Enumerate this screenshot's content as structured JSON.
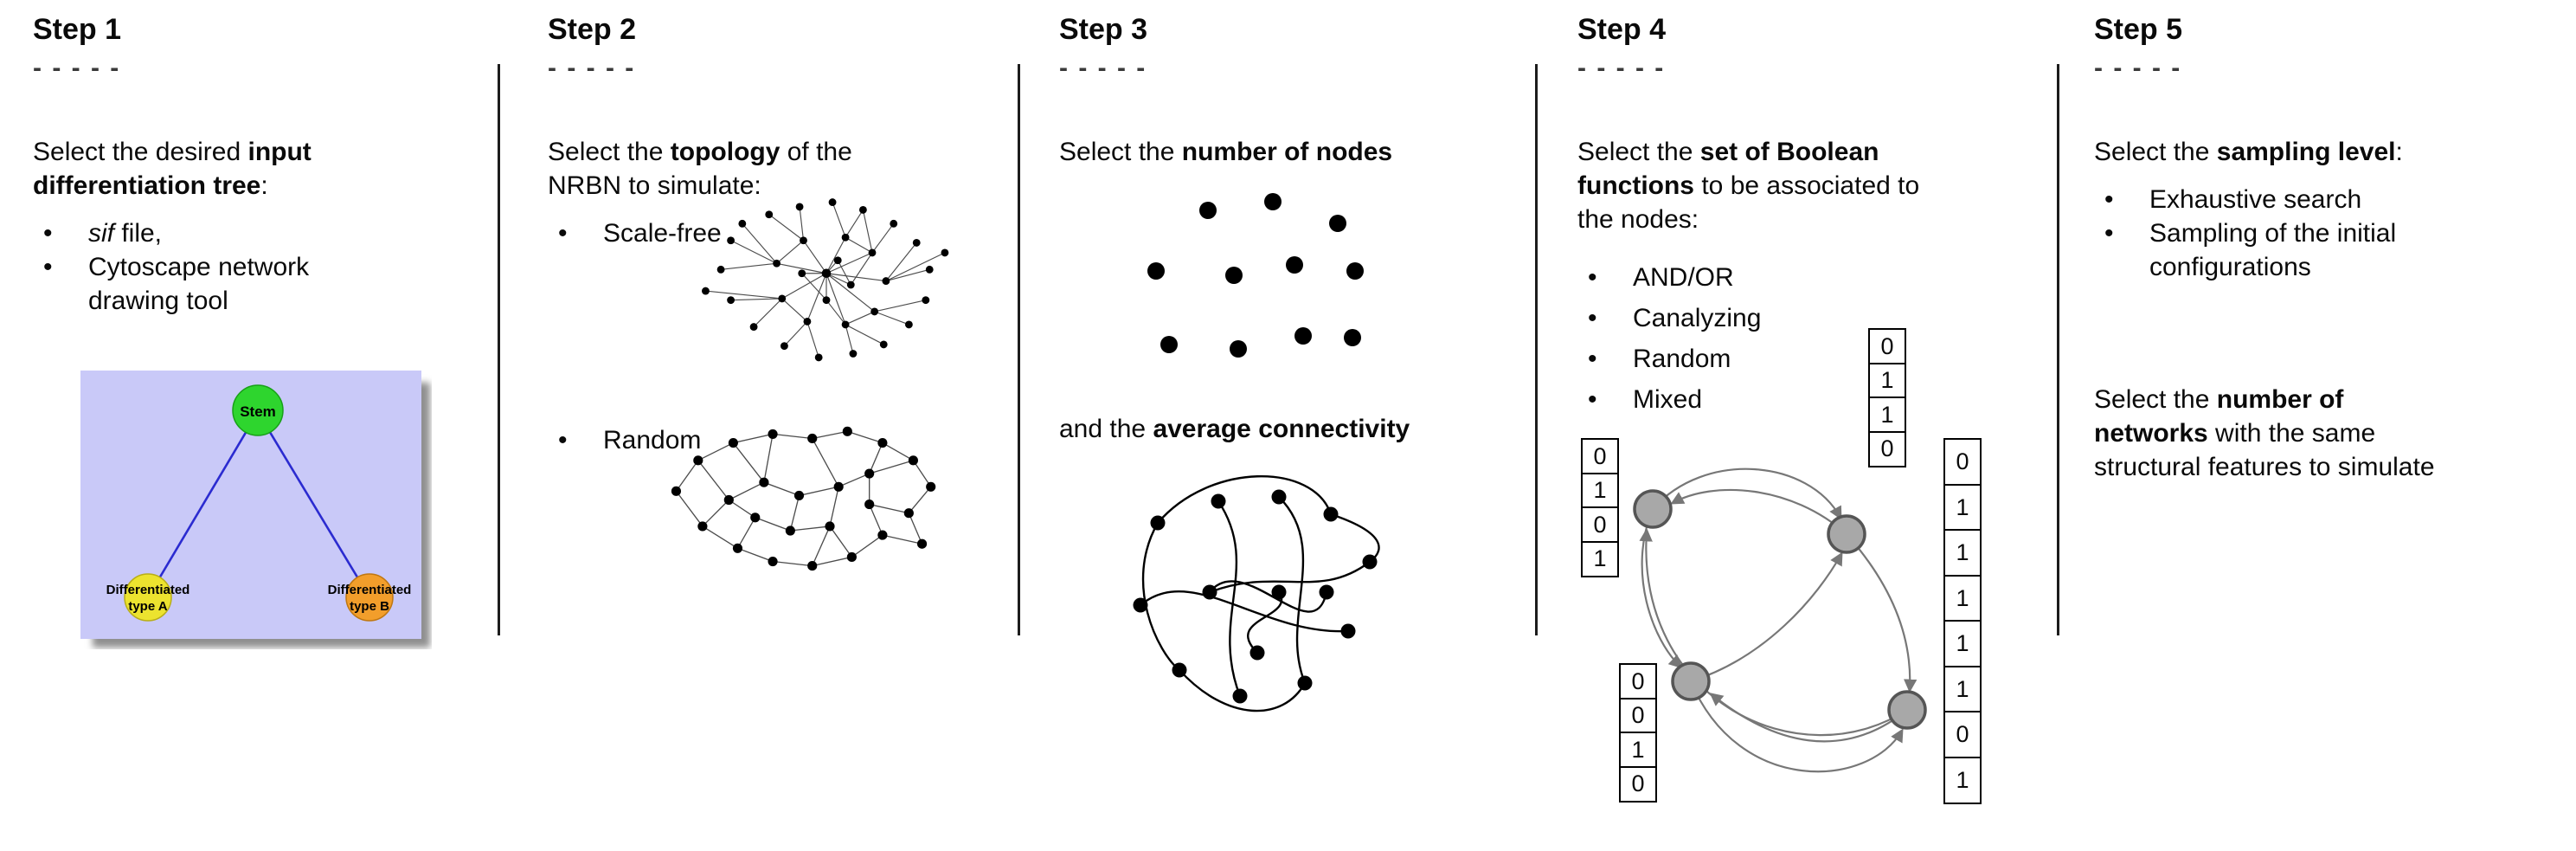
{
  "step1": {
    "title": "Step 1",
    "dashes": "- - - - -",
    "intro": [
      {
        "pre": "Select the desired ",
        "bold": "input"
      },
      {
        "bold": "differentiation tree",
        "post": ":"
      }
    ],
    "bullet1_italic": "sif",
    "bullet1_rest": " file,",
    "bullet2": "Cytoscape network drawing tool",
    "tree": {
      "root": "Stem",
      "left_line1": "Differentiated",
      "left_line2": "type A",
      "right_line1": "Differentiated",
      "right_line2": "type B"
    }
  },
  "step2": {
    "title": "Step 2",
    "dashes": "- - - - -",
    "intro": [
      {
        "pre": "Select the ",
        "bold": "topology",
        "post": " of the"
      },
      {
        "pre": "NRBN to simulate:"
      }
    ],
    "bullets": [
      "Scale-free",
      "Random"
    ]
  },
  "step3": {
    "title": "Step 3",
    "dashes": "- - - - -",
    "line1": {
      "pre": "Select the ",
      "bold": "number of nodes"
    },
    "line2": {
      "pre": "and the ",
      "bold": "average connectivity"
    }
  },
  "step4": {
    "title": "Step 4",
    "dashes": "- - - - -",
    "intro": [
      {
        "pre": "Select the ",
        "bold": "set of Boolean"
      },
      {
        "bold": "functions",
        "post": " to be associated to"
      },
      {
        "pre": "the nodes:"
      }
    ],
    "bullets": [
      "AND/OR",
      "Canalyzing",
      "Random",
      "Mixed"
    ],
    "tables": {
      "left": [
        "0",
        "1",
        "0",
        "1"
      ],
      "top": [
        "0",
        "1",
        "1",
        "0"
      ],
      "bottom": [
        "0",
        "0",
        "1",
        "0"
      ],
      "right": [
        "0",
        "1",
        "1",
        "1",
        "1",
        "1",
        "0",
        "1"
      ]
    }
  },
  "step5": {
    "title": "Step 5",
    "dashes": "- - - - -",
    "intro": [
      {
        "pre": "Select the ",
        "bold": "sampling level",
        "post": ":"
      }
    ],
    "bullets": [
      "Exhaustive search",
      "Sampling of the initial configurations"
    ],
    "para2": [
      {
        "pre": "Select the ",
        "bold": "number of"
      },
      {
        "bold": "networks",
        "post": " with the same"
      },
      {
        "pre": "structural features to simulate"
      }
    ]
  },
  "colors": {
    "tree_background": "#c9c9f8",
    "tree_shadow": "#8f8f8f",
    "stem_green": "#2ed52e",
    "type_a_yellow": "#ece32f",
    "type_b_orange": "#f29e2b",
    "edge_blue": "#2b2bd0",
    "node_gray": "#a8a8a8"
  }
}
